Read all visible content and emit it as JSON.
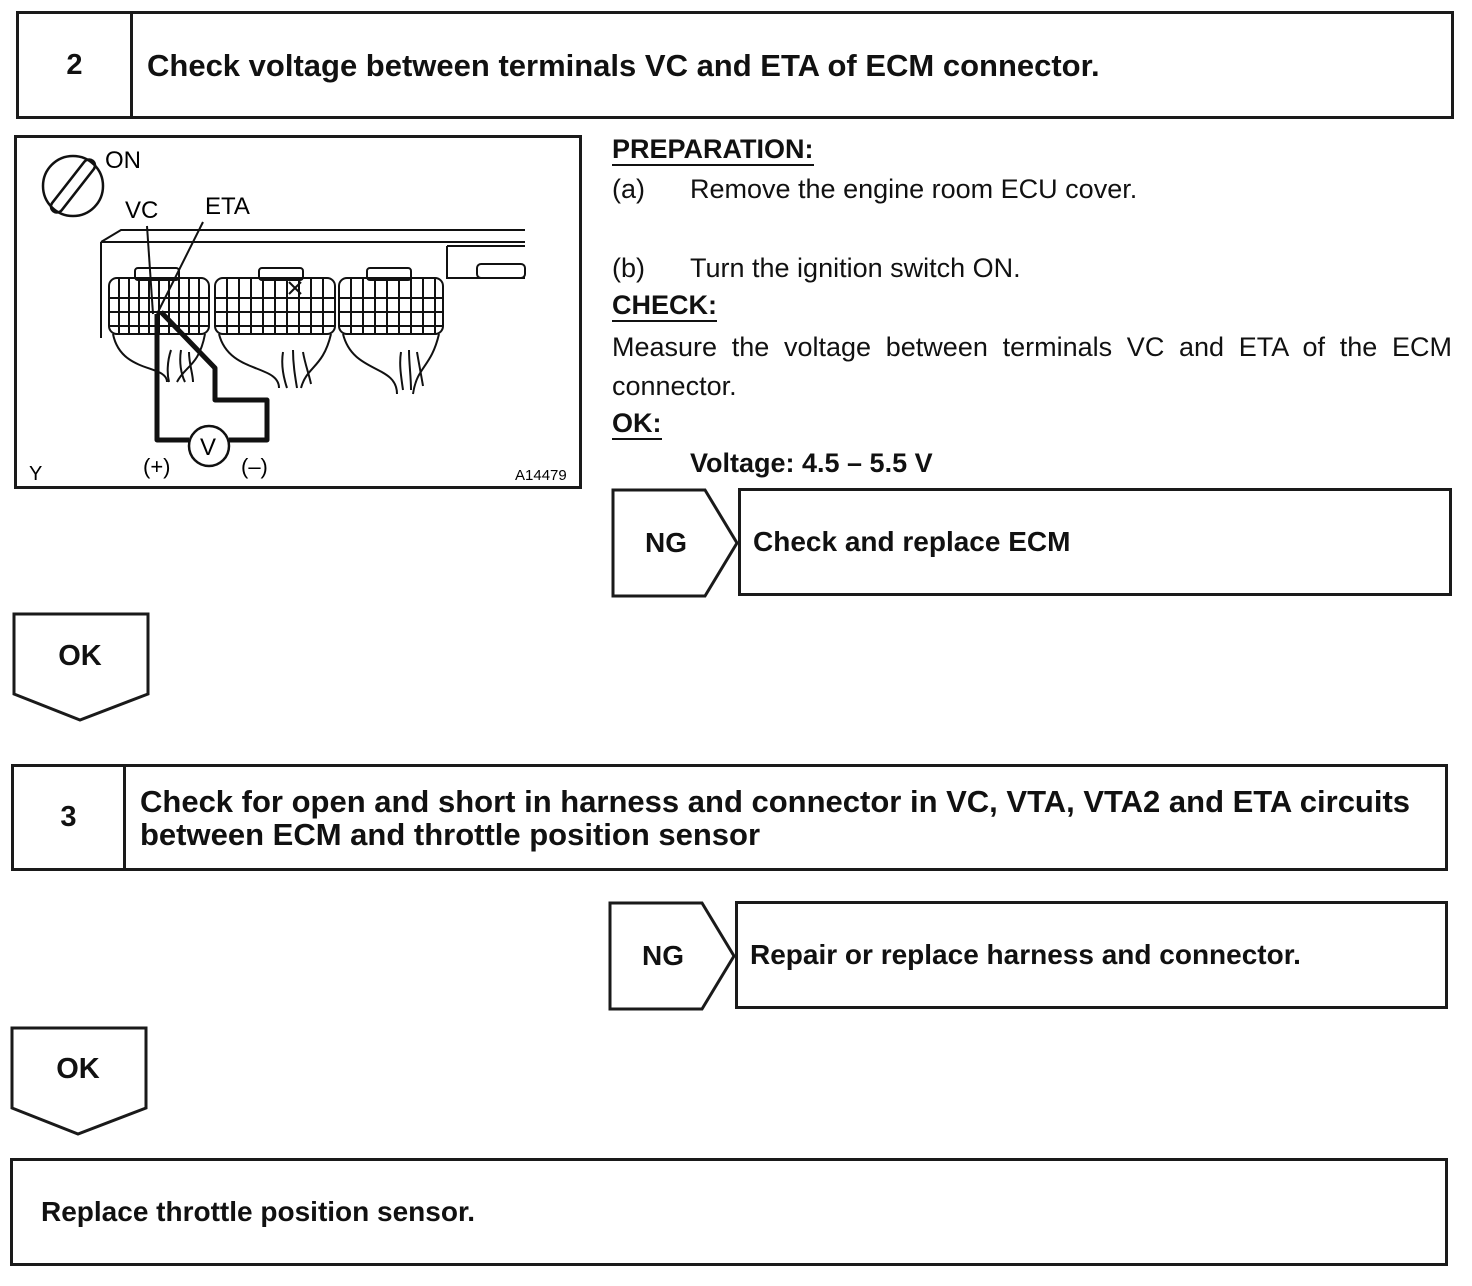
{
  "step2": {
    "number": "2",
    "title": "Check voltage between terminals VC and ETA of ECM connector.",
    "illustration": {
      "label_on": "ON",
      "label_vc": "VC",
      "label_eta": "ETA",
      "label_plus": "(+)",
      "label_minus": "(–)",
      "label_meter": "V",
      "label_y": "Y",
      "label_code": "A14479"
    },
    "preparation_heading": "PREPARATION:",
    "prep_a_marker": "(a)",
    "prep_a_text": "Remove the engine room ECU cover.",
    "prep_b_marker": "(b)",
    "prep_b_text": "Turn the ignition switch ON.",
    "check_heading": "CHECK:",
    "check_text": "Measure the voltage between terminals VC and ETA of the ECM connector.",
    "ok_heading": "OK:",
    "ok_value": "Voltage: 4.5 – 5.5 V",
    "ng_label": "NG",
    "ng_action": "Check and replace ECM",
    "ok_label": "OK"
  },
  "step3": {
    "number": "3",
    "title": "Check for open and short in harness and connector in VC, VTA, VTA2 and ETA circuits between ECM and throttle position sensor",
    "ng_label": "NG",
    "ng_action": "Repair or replace harness and connector.",
    "ok_label": "OK"
  },
  "final": {
    "action": "Replace throttle position sensor."
  }
}
